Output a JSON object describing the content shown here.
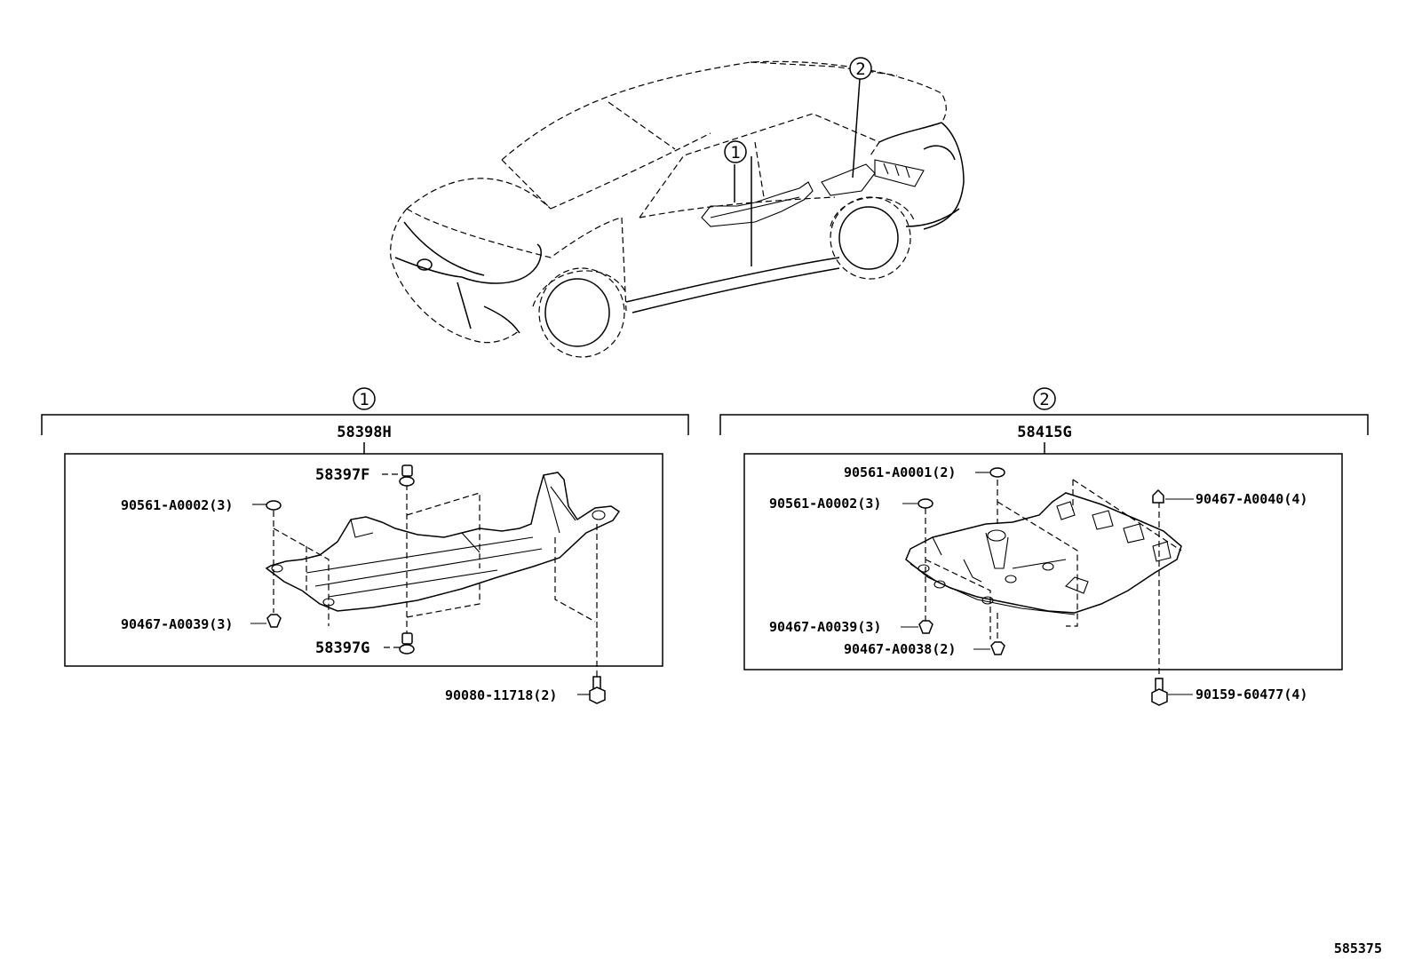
{
  "callouts": {
    "one": "1",
    "two": "2"
  },
  "sections": [
    {
      "id": "1",
      "assembly": "58398H",
      "parts": {
        "clip_top": "58397F",
        "clip_bottom": "58397G",
        "nut_top": "90561-A0002(3)",
        "nut_bottom": "90467-A0039(3)",
        "bolt": "90080-11718(2)"
      }
    },
    {
      "id": "2",
      "assembly": "58415G",
      "parts": {
        "nut_a0001": "90561-A0001(2)",
        "nut_a0002": "90561-A0002(3)",
        "nut_a0039": "90467-A0039(3)",
        "nut_a0038": "90467-A0038(2)",
        "nut_a0040": "90467-A0040(4)",
        "bolt": "90159-60477(4)"
      }
    }
  ],
  "figure_number": "585375"
}
